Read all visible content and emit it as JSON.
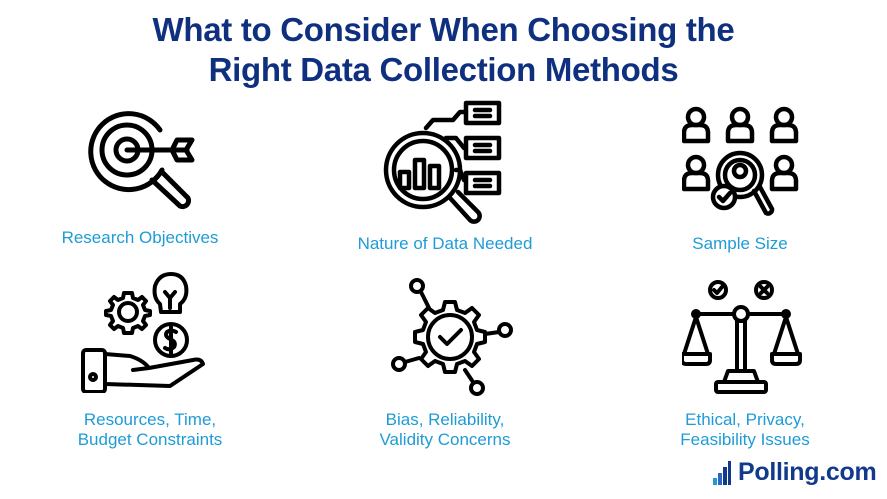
{
  "title": {
    "line1": "What to Consider When Choosing the",
    "line2": "Right Data Collection Methods"
  },
  "items": [
    {
      "label": "Research Objectives",
      "icon": "target-magnifier-icon"
    },
    {
      "label": "Nature of Data Needed",
      "icon": "magnifier-chart-icon"
    },
    {
      "label": "Sample Size",
      "icon": "people-magnifier-icon"
    },
    {
      "label_line1": "Resources, Time,",
      "label_line2": "Budget Constraints",
      "icon": "hand-gear-money-icon"
    },
    {
      "label_line1": "Bias, Reliability,",
      "label_line2": "Validity Concerns",
      "icon": "gear-check-network-icon"
    },
    {
      "label_line1": "Ethical, Privacy,",
      "label_line2": "Feasibility Issues",
      "icon": "scale-icon"
    }
  ],
  "logo": {
    "text": "Polling.com"
  },
  "colors": {
    "title": "#0f2f7f",
    "label": "#1f9bd6",
    "icon": "#000000",
    "logo": "#123a8c"
  }
}
